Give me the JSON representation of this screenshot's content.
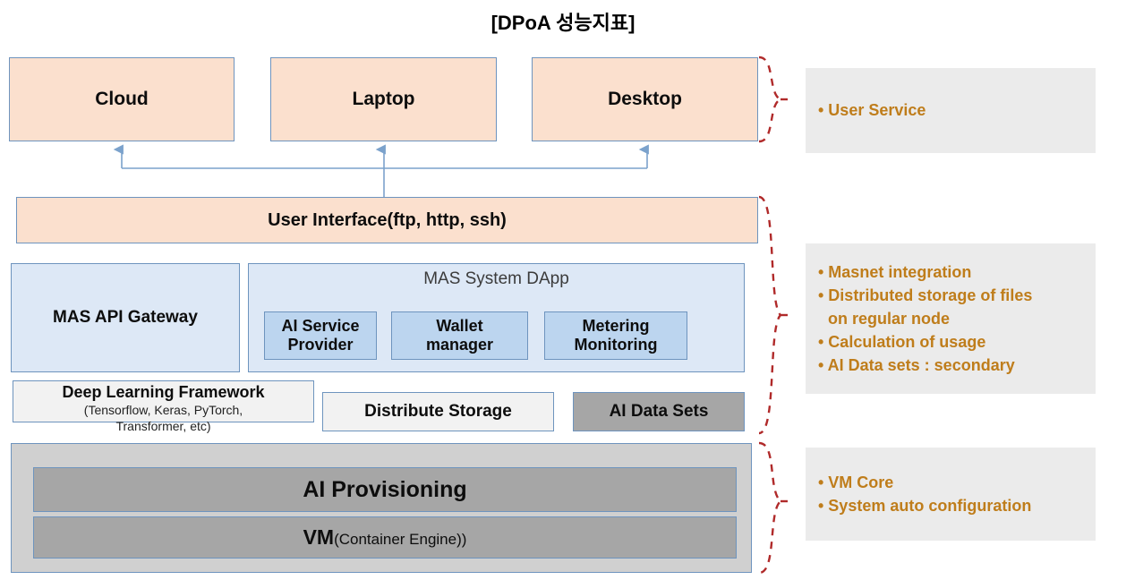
{
  "title": "[DPoA 성능지표]",
  "devices": [
    {
      "label": "Cloud"
    },
    {
      "label": "Laptop"
    },
    {
      "label": "Desktop"
    }
  ],
  "user_interface": {
    "label": "User Interface(ftp, http, ssh)"
  },
  "mas_layer": {
    "gateway_label": "MAS API Gateway",
    "dapp_title": "MAS System DApp",
    "dapp_items": [
      {
        "label": "AI Service\nProvider"
      },
      {
        "label": "Wallet\nmanager"
      },
      {
        "label": "Metering\nMonitoring"
      }
    ]
  },
  "framework_layer": {
    "dlf_title": "Deep Learning Framework",
    "dlf_sub_line1": "(Tensorflow, Keras, PyTorch,",
    "dlf_sub_line2": "Transformer, etc)",
    "distribute_storage": "Distribute Storage",
    "ai_data_sets": "AI Data Sets"
  },
  "vm_layer": {
    "ai_provisioning": "AI Provisioning",
    "vm_label_main": "VM",
    "vm_label_sub": "(Container Engine))"
  },
  "panels": [
    {
      "name": "user-service",
      "bullets": [
        {
          "text": "• User Service",
          "continuation": false
        }
      ]
    },
    {
      "name": "masnet",
      "bullets": [
        {
          "text": "• Masnet integration",
          "continuation": false
        },
        {
          "text": "• Distributed storage of files",
          "continuation": false
        },
        {
          "text": "on regular node",
          "continuation": true
        },
        {
          "text": "• Calculation of usage",
          "continuation": false
        },
        {
          "text": "• AI Data sets : secondary",
          "continuation": false
        }
      ]
    },
    {
      "name": "vm-core",
      "bullets": [
        {
          "text": "• VM Core",
          "continuation": false
        },
        {
          "text": "• System auto configuration",
          "continuation": false
        }
      ]
    }
  ],
  "colors": {
    "peach_fill": "#FBE0CE",
    "box_border": "#6E94BE",
    "light_blue_fill": "#DDE8F6",
    "mid_blue_fill": "#BCD5EF",
    "gray_fill": "#A6A6A6",
    "light_gray_fill": "#D0D0D0",
    "panel_fill": "#EBEBEB",
    "panel_text": "#BF7D1B",
    "brace_stroke": "#B02A2A",
    "arrow_stroke": "#7BA2CC"
  }
}
